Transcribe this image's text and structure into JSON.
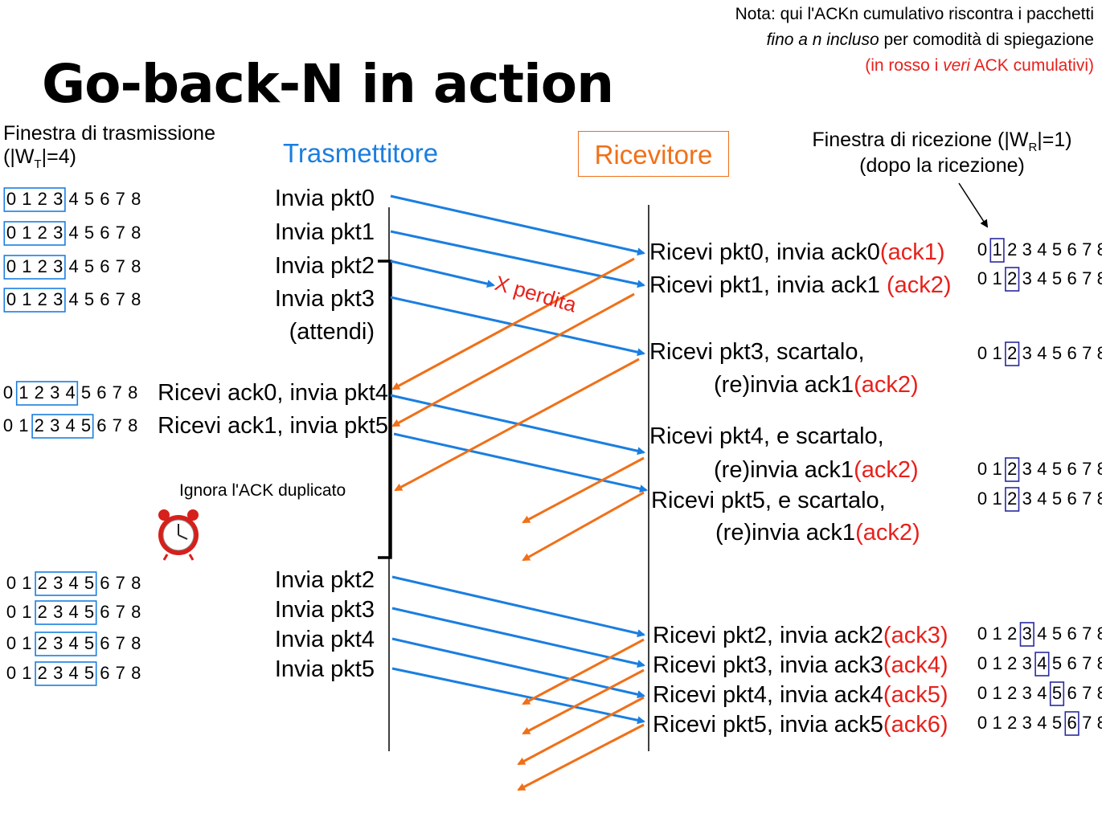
{
  "title": "Go-back-N in action",
  "note": {
    "line1": "Nota: qui l'ACKn cumulativo riscontra i pacchetti",
    "line2_em": "fino a n incluso",
    "line2_rest": " per comodità di spiegazione",
    "line3_a": "(in rosso i ",
    "line3_em": "veri",
    "line3_b": " ACK cumulativi)"
  },
  "sender_window": {
    "label_line1": "Finestra di trasmissione",
    "label_line2a": "(|W",
    "label_sub": "T",
    "label_line2b": "|=4)"
  },
  "receiver_window": {
    "label_line1a": "Finestra di ricezione (|W",
    "label_sub": "R",
    "label_line1b": "|=1)",
    "label_line2": "(dopo la ricezione)"
  },
  "trasmettitore": "Trasmettitore",
  "ricevitore": "Ricevitore",
  "lost_label": "X perdita",
  "ignore_label": "Ignora l'ACK duplicato",
  "sequence": [
    "0",
    "1",
    "2",
    "3",
    "4",
    "5",
    "6",
    "7",
    "8"
  ],
  "sender_events": [
    {
      "text": "Invia pkt0"
    },
    {
      "text": "Invia pkt1"
    },
    {
      "text": "Invia pkt2"
    },
    {
      "text": "Invia pkt3"
    },
    {
      "text": "(attendi)"
    },
    {
      "text": "Ricevi ack0, invia pkt4"
    },
    {
      "text": "Ricevi ack1, invia pkt5"
    },
    {
      "text": "Invia pkt2"
    },
    {
      "text": "Invia pkt3"
    },
    {
      "text": "Invia pkt4"
    },
    {
      "text": "Invia pkt5"
    }
  ],
  "receiver_events": [
    {
      "text": "Ricevi pkt0, invia ack0",
      "red": "(ack1)"
    },
    {
      "text": "Ricevi pkt1, invia ack1 ",
      "red": "(ack2)"
    },
    {
      "text": "Ricevi pkt3, scartalo,",
      "red": ""
    },
    {
      "text": "(re)invia ack1",
      "red": "(ack2)"
    },
    {
      "text": "Ricevi pkt4, e scartalo,",
      "red": ""
    },
    {
      "text": "(re)invia ack1",
      "red": "(ack2)"
    },
    {
      "text": "Ricevi pkt5, e scartalo,",
      "red": ""
    },
    {
      "text": "(re)invia ack1",
      "red": "(ack2)"
    },
    {
      "text": "Ricevi pkt2, invia ack2",
      "red": "(ack3)"
    },
    {
      "text": "Ricevi pkt3, invia ack3",
      "red": "(ack4)"
    },
    {
      "text": "Ricevi pkt4, invia ack4",
      "red": "(ack5)"
    },
    {
      "text": "Ricevi pkt5, invia ack5",
      "red": "(ack6)"
    }
  ],
  "sender_windows": [
    {
      "start": 0,
      "end": 3
    },
    {
      "start": 0,
      "end": 3
    },
    {
      "start": 0,
      "end": 3
    },
    {
      "start": 0,
      "end": 3
    },
    {
      "start": 1,
      "end": 4
    },
    {
      "start": 2,
      "end": 5
    },
    {
      "start": 2,
      "end": 5
    },
    {
      "start": 2,
      "end": 5
    },
    {
      "start": 2,
      "end": 5
    },
    {
      "start": 2,
      "end": 5
    }
  ],
  "receiver_windows": [
    {
      "index": 1
    },
    {
      "index": 2
    },
    {
      "index": 2
    },
    {
      "index": 2
    },
    {
      "index": 2
    },
    {
      "index": 3
    },
    {
      "index": 4
    },
    {
      "index": 5
    },
    {
      "index": 6
    }
  ],
  "colors": {
    "blue": "#1a7ee0",
    "orange": "#f07018",
    "red": "#e8201b",
    "receiver_box": "#f07018",
    "recv_window_box": "#2a2aa0",
    "send_window_box": "#1a7ee0"
  },
  "icons": {
    "timer": "alarm-clock-icon"
  }
}
